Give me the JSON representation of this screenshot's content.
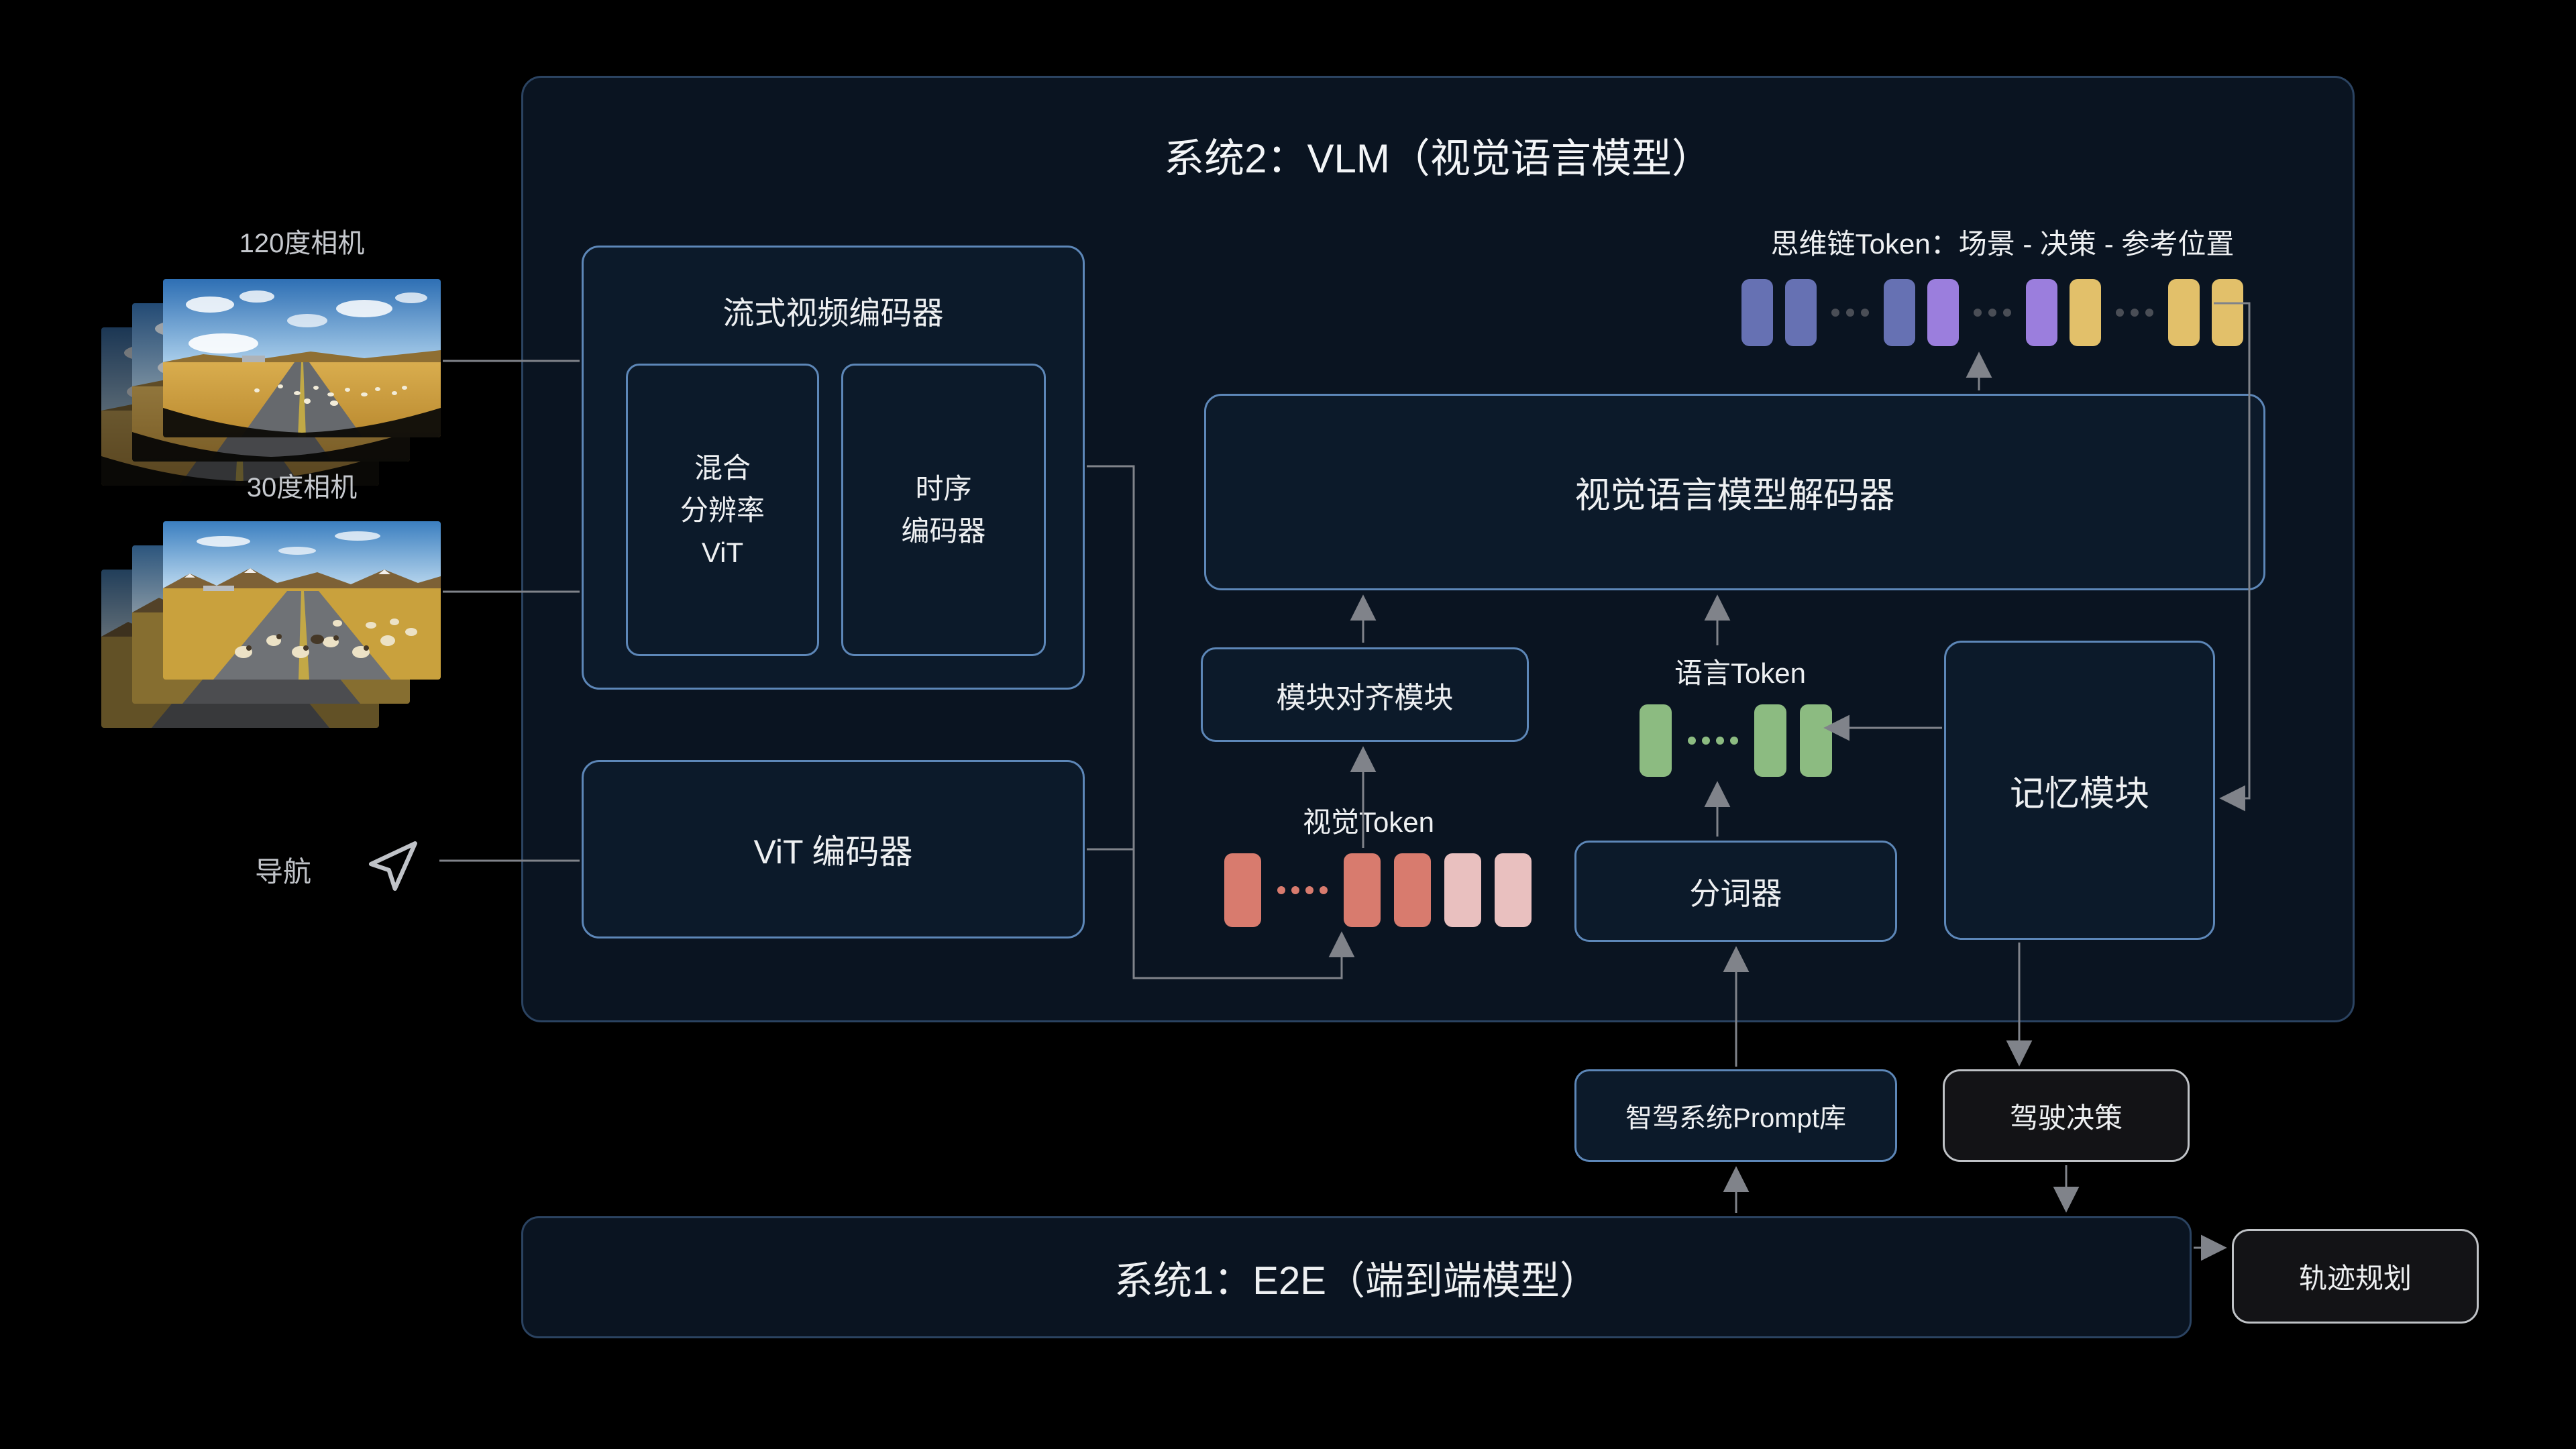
{
  "colors": {
    "background": "#000000",
    "panel_fill": "#0a1421",
    "panel_border": "#2b4361",
    "bluebox_border": "#5d87b8",
    "graybox_border": "#bfc2c6",
    "connector_line": "#80838a",
    "token_colors": {
      "blue": "#6671b3",
      "purple": "#9b7edd",
      "yellow": "#e2c06a",
      "green": "#8cbb81",
      "red": "#d87b6e",
      "pink": "#e9c0bf",
      "gray": "#4a4e56"
    }
  },
  "inputs": {
    "camera120_label": "120度相机",
    "camera30_label": "30度相机",
    "nav_label": "导航",
    "nav_icon": "navigation-arrow-icon"
  },
  "system2": {
    "title": "系统2：VLM（视觉语言模型）",
    "streaming_encoder_title": "流式视频编码器",
    "mixed_res_vit": "混合\n分辨率\nViT",
    "temporal_encoder": "时序\n编码器",
    "vit_encoder": "ViT 编码器",
    "align_module": "模块对齐模块",
    "decoder": "视觉语言模型解码器",
    "memory": "记忆模块",
    "tokenizer": "分词器",
    "cot_tokens": {
      "label": "思维链Token：场景 - 决策 - 参考位置",
      "sequence": [
        "blue",
        "blue",
        "dots",
        "blue",
        "purple",
        "dots",
        "purple",
        "yellow",
        "dots",
        "yellow",
        "yellow"
      ],
      "dots_per_group": 3,
      "dot_color": "gray"
    },
    "visual_tokens": {
      "label": "视觉Token",
      "sequence": [
        "red",
        "dots",
        "red",
        "red",
        "pink",
        "pink"
      ],
      "dots_per_group": 4,
      "dot_color": "red"
    },
    "language_tokens": {
      "label": "语言Token",
      "sequence": [
        "green",
        "dots",
        "green",
        "green"
      ],
      "dots_per_group": 4,
      "dot_color": "green"
    }
  },
  "middle": {
    "prompt_lib": "智驾系统Prompt库",
    "decision": "驾驶决策"
  },
  "system1": {
    "title": "系统1：E2E（端到端模型）",
    "trajectory": "轨迹规划"
  }
}
